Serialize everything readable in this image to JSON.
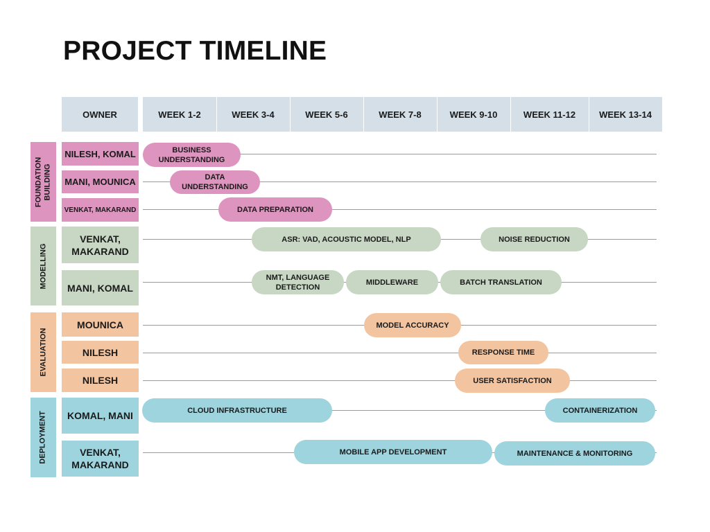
{
  "title": "PROJECT TIMELINE",
  "header": {
    "owner": "OWNER",
    "weeks": [
      "WEEK 1-2",
      "WEEK 3-4",
      "WEEK 5-6",
      "WEEK 7-8",
      "WEEK 9-10",
      "WEEK 11-12",
      "WEEK 13-14"
    ]
  },
  "colors": {
    "foundation": "#dd94bf",
    "modelling": "#c7d7c3",
    "evaluation": "#f3c4a0",
    "deployment": "#9ed4de",
    "header": "#d4dfe8"
  },
  "phases": [
    {
      "label": "FOUNDATION\nBUILDING"
    },
    {
      "label": "MODELLING"
    },
    {
      "label": "EVALUATION"
    },
    {
      "label": "DEPLOYMENT"
    }
  ],
  "rows": [
    {
      "owner": "NILESH, KOMAL",
      "tasks": [
        {
          "label": "BUSINESS\nUNDERSTANDING"
        }
      ]
    },
    {
      "owner": "MANI, MOUNICA",
      "tasks": [
        {
          "label": "DATA\nUNDERSTANDING"
        }
      ]
    },
    {
      "owner": "VENKAT, MAKARAND",
      "tasks": [
        {
          "label": "DATA PREPARATION"
        }
      ]
    },
    {
      "owner": "VENKAT,\nMAKARAND",
      "tasks": [
        {
          "label": "ASR: VAD, ACOUSTIC MODEL, NLP"
        },
        {
          "label": "NOISE REDUCTION"
        }
      ]
    },
    {
      "owner": "MANI, KOMAL",
      "tasks": [
        {
          "label": "NMT, LANGUAGE\nDETECTION"
        },
        {
          "label": "MIDDLEWARE"
        },
        {
          "label": "BATCH TRANSLATION"
        }
      ]
    },
    {
      "owner": "MOUNICA",
      "tasks": [
        {
          "label": "MODEL ACCURACY"
        }
      ]
    },
    {
      "owner": "NILESH",
      "tasks": [
        {
          "label": "RESPONSE TIME"
        }
      ]
    },
    {
      "owner": "NILESH",
      "tasks": [
        {
          "label": "USER SATISFACTION"
        }
      ]
    },
    {
      "owner": "KOMAL, MANI",
      "tasks": [
        {
          "label": "CLOUD INFRASTRUCTURE"
        },
        {
          "label": "CONTAINERIZATION"
        }
      ]
    },
    {
      "owner": "VENKAT,\nMAKARAND",
      "tasks": [
        {
          "label": "MOBILE APP DEVELOPMENT"
        },
        {
          "label": "MAINTENANCE & MONITORING"
        }
      ]
    }
  ]
}
